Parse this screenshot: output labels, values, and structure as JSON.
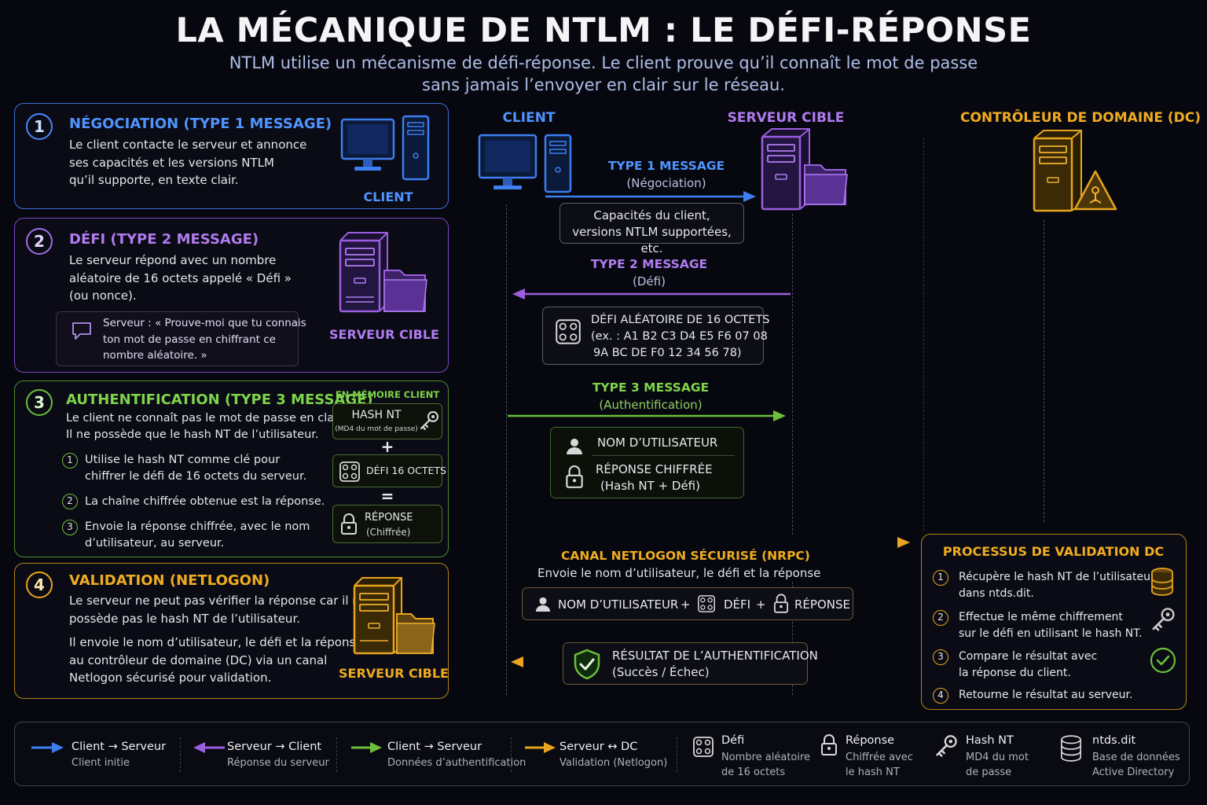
{
  "header": {
    "title": "LA MÉCANIQUE DE NTLM : LE DÉFI-RÉPONSE",
    "subtitle_line1": "NTLM utilise un mécanisme de défi-réponse. Le client prouve qu’il connaît le mot de passe",
    "subtitle_line2": "sans jamais l’envoyer en clair sur le réseau."
  },
  "colors": {
    "client": "#3d7ef0",
    "server": "#9b5ee0",
    "auth": "#6bbf3a",
    "dc": "#e8a51d"
  },
  "steps": [
    {
      "number": "1",
      "title": "NÉGOCIATION (TYPE 1 MESSAGE)",
      "lines": [
        "Le client contacte le serveur et annonce",
        "ses capacités et les versions NTLM",
        "qu’il supporte, en texte clair."
      ],
      "icon": "computer-icon",
      "icon_label": "CLIENT"
    },
    {
      "number": "2",
      "title": "DÉFI (TYPE 2 MESSAGE)",
      "lines": [
        "Le serveur répond avec un nombre",
        "aléatoire de 16 octets appelé « Défi »",
        "(ou nonce)."
      ],
      "quote_lines": [
        "Serveur : « Prouve-moi que tu connais",
        "ton mot de passe en chiffrant ce",
        "nombre aléatoire. »"
      ],
      "icon": "server-icon",
      "icon_label": "SERVEUR CIBLE"
    },
    {
      "number": "3",
      "title": "AUTHENTIFICATION (TYPE 3 MESSAGE)",
      "lines": [
        "Le client ne connaît pas le mot de passe en clair.",
        "Il ne possède que le hash NT de l’utilisateur."
      ],
      "substeps": [
        {
          "n": "1",
          "lines": [
            "Utilise le hash NT comme clé pour",
            "chiffrer le défi de 16 octets du serveur."
          ]
        },
        {
          "n": "2",
          "lines": [
            "La chaîne chiffrée obtenue est la réponse."
          ]
        },
        {
          "n": "3",
          "lines": [
            "Envoie la réponse chiffrée, avec le nom",
            "d’utilisateur, au serveur."
          ]
        }
      ],
      "memory": {
        "heading": "EN MÉMOIRE CLIENT",
        "hash": "HASH NT",
        "hash_sub": "(MD4 du mot de passe)",
        "plus": "+",
        "challenge": "DÉFI 16 OCTETS",
        "equals": "=",
        "response": "RÉPONSE",
        "response_sub": "(Chiffrée)"
      }
    },
    {
      "number": "4",
      "title": "VALIDATION (NETLOGON)",
      "lines": [
        "Le serveur ne peut pas vérifier la réponse car il ne",
        "possède pas le hash NT de l’utilisateur."
      ],
      "lines2": [
        "Il envoie le nom d’utilisateur, le défi et la réponse",
        "au contrôleur de domaine (DC) via un canal",
        "Netlogon sécurisé pour validation."
      ],
      "icon": "server-icon",
      "icon_label": "SERVEUR CIBLE"
    }
  ],
  "flow": {
    "columns": {
      "client": "CLIENT",
      "server": "SERVEUR CIBLE",
      "dc": "CONTRÔLEUR DE DOMAINE (DC)"
    },
    "type1": {
      "title": "TYPE 1 MESSAGE",
      "sub": "(Négociation)",
      "box_lines": [
        "Capacités du client,",
        "versions NTLM supportées, etc."
      ]
    },
    "type2": {
      "title": "TYPE 2 MESSAGE",
      "sub": "(Défi)",
      "box_lines": [
        "DÉFI ALÉATOIRE DE 16 OCTETS",
        "(ex. : A1 B2 C3 D4 E5 F6 07 08",
        "9A BC DE F0 12 34 56 78)"
      ]
    },
    "type3": {
      "title": "TYPE 3 MESSAGE",
      "sub": "(Authentification)",
      "user": "NOM D’UTILISATEUR",
      "resp_lines": [
        "RÉPONSE CHIFFRÉE",
        "(Hash NT + Défi)"
      ]
    },
    "netlogon": {
      "title": "CANAL NETLOGON SÉCURISÉ (NRPC)",
      "sub": "Envoie le nom d’utilisateur, le défi et la réponse",
      "user": "NOM D’UTILISATEUR",
      "plus1": "+",
      "challenge": "DÉFI",
      "plus2": "+",
      "response": "RÉPONSE"
    },
    "result": {
      "lines": [
        "RÉSULTAT DE L’AUTHENTIFICATION",
        "(Succès / Échec)"
      ]
    }
  },
  "dc_process": {
    "title": "PROCESSUS DE VALIDATION DC",
    "items": [
      {
        "n": "1",
        "lines": [
          "Récupère le hash NT de l’utilisateur",
          "dans ntds.dit."
        ],
        "icon": "database-icon"
      },
      {
        "n": "2",
        "lines": [
          "Effectue le même chiffrement",
          "sur le défi en utilisant le hash NT."
        ],
        "icon": "key-icon"
      },
      {
        "n": "3",
        "lines": [
          "Compare le résultat avec",
          "la réponse du client."
        ],
        "icon": "check-icon"
      },
      {
        "n": "4",
        "lines": [
          "Retourne le résultat au serveur."
        ]
      }
    ]
  },
  "legend": [
    {
      "title": "Client → Serveur",
      "sub": "Client initie",
      "color": "#3d7ef0"
    },
    {
      "title": "Serveur → Client",
      "sub": "Réponse du serveur",
      "color": "#9b5ee0"
    },
    {
      "title": "Client → Serveur",
      "sub": "Données d’authentification",
      "color": "#6bbf3a"
    },
    {
      "title": "Serveur ↔ DC",
      "sub": "Validation (Netlogon)",
      "color": "#e8a51d"
    },
    {
      "title": "Défi",
      "sub_lines": [
        "Nombre aléatoire",
        "de 16 octets"
      ],
      "icon": "dice-icon"
    },
    {
      "title": "Réponse",
      "sub_lines": [
        "Chiffrée avec",
        "le hash NT"
      ],
      "icon": "lock-icon"
    },
    {
      "title": "Hash NT",
      "sub_lines": [
        "MD4 du mot",
        "de passe"
      ],
      "icon": "key-icon"
    },
    {
      "title": "ntds.dit",
      "sub_lines": [
        "Base de données",
        "Active Directory"
      ],
      "icon": "database-icon"
    }
  ]
}
